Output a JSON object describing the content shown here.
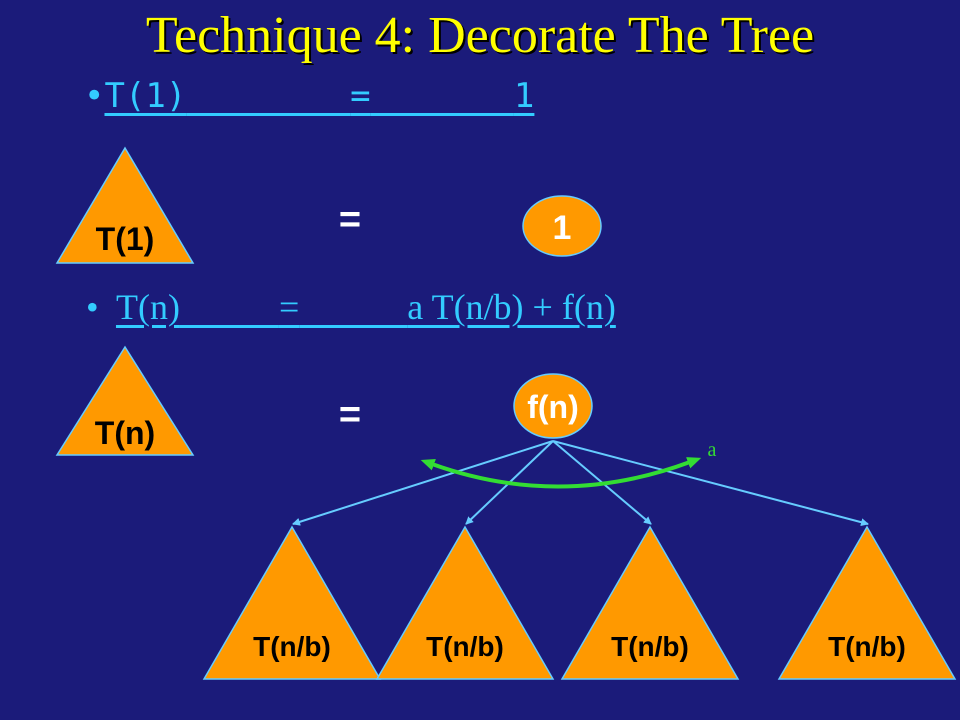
{
  "title": "Technique 4: Decorate The Tree",
  "line1": {
    "bullet": "•",
    "lhs": "T(1)",
    "eq": "=",
    "rhs": "1"
  },
  "line2": {
    "bullet": "•",
    "lhs": "T(n)",
    "eq": "=",
    "rhs": "a T(n/b) + f(n)"
  },
  "row1": {
    "triangle_label": "T(1)",
    "equals": "=",
    "node_label": "1"
  },
  "row2": {
    "triangle_label": "T(n)",
    "equals": "=",
    "root_label": "f(n)",
    "branch_label": "a",
    "children": [
      "T(n/b)",
      "T(n/b)",
      "T(n/b)",
      "T(n/b)"
    ]
  },
  "colors": {
    "background": "#1b1b7a",
    "title": "#ffff00",
    "text_cyan": "#33ccff",
    "triangle_fill": "#ff9900",
    "triangle_stroke": "#66ccff",
    "arrow": "#66ccff",
    "arc": "#33dd33",
    "label_dark": "#000000",
    "node_text": "#ffffff"
  }
}
